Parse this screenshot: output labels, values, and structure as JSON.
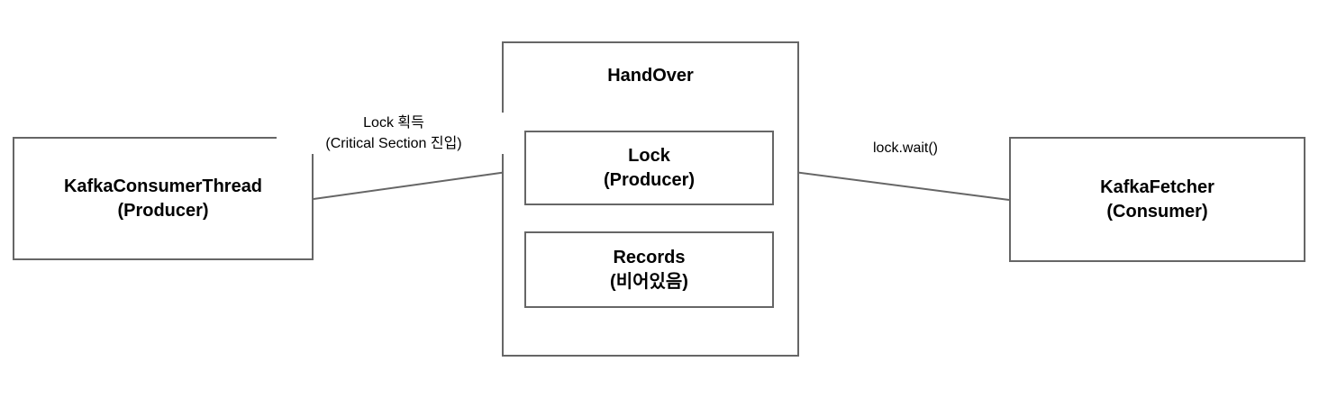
{
  "diagram": {
    "background": "#ffffff",
    "stroke_color": "#666666",
    "text_color": "#000000",
    "nodes": {
      "kafka_consumer_thread": {
        "line1": "KafkaConsumerThread",
        "line2": "(Producer)"
      },
      "handover": {
        "title": "HandOver"
      },
      "lock": {
        "line1": "Lock",
        "line2": "(Producer)"
      },
      "records": {
        "line1": "Records",
        "line2": "(비어있음)"
      },
      "kafka_fetcher": {
        "line1": "KafkaFetcher",
        "line2": "(Consumer)"
      }
    },
    "edges": {
      "lock_acquire": {
        "line1": "Lock 획득",
        "line2": "(Critical Section 진입)"
      },
      "lock_wait": {
        "label": "lock.wait()"
      }
    }
  }
}
